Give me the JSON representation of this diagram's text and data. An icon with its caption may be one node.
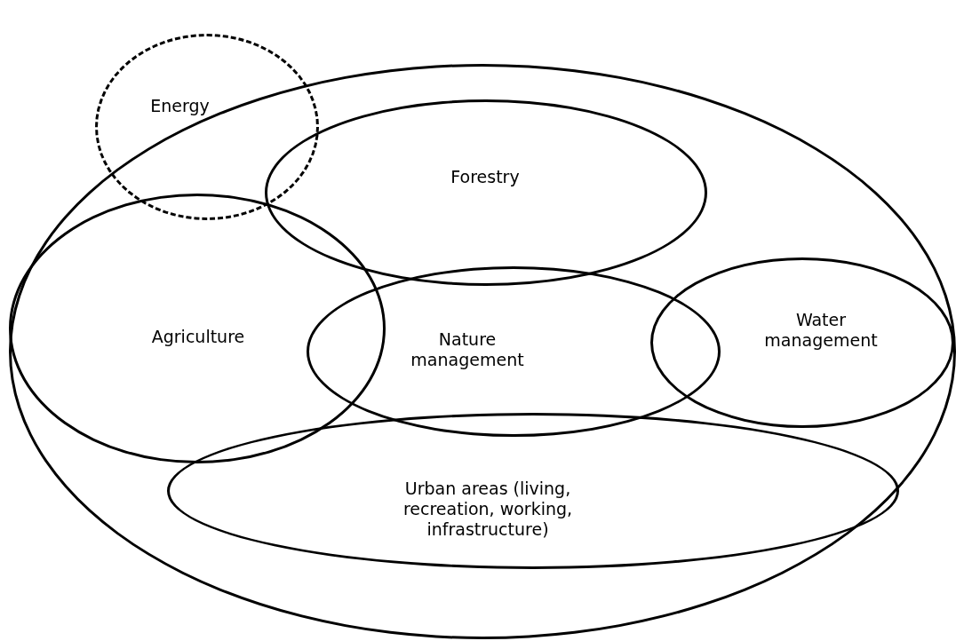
{
  "diagram": {
    "nodes": [
      {
        "text": [],
        "shape": "ellipse"
      },
      {
        "text": [
          "Energy"
        ]
      },
      {
        "text": [
          "Forestry"
        ],
        "in": 0
      },
      {
        "text": [
          "Agriculture"
        ],
        "in": 0
      },
      {
        "text": [
          "Nature management"
        ],
        "in": 0
      },
      {
        "text": [
          "Water management"
        ],
        "in": 0
      },
      {
        "text": [
          "Urban areas (living, recreation, working, infrastructure)"
        ],
        "in": 0
      }
    ]
  }
}
